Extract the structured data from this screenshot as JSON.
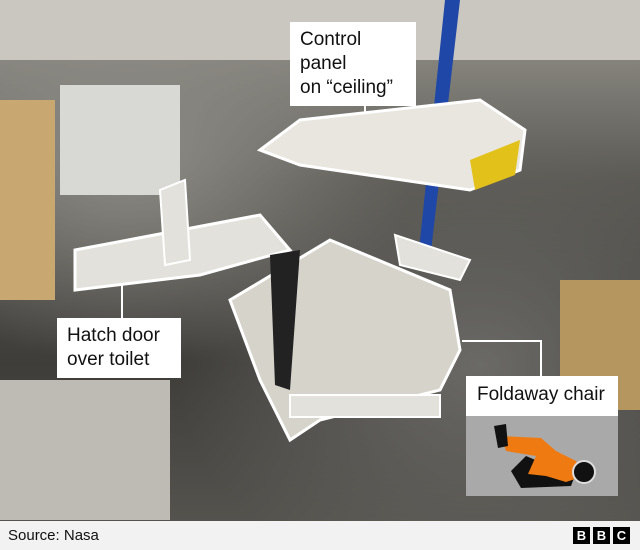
{
  "labels": {
    "control_panel_line1": "Control panel",
    "control_panel_line2": "on “ceiling”",
    "hatch_line1": "Hatch door",
    "hatch_line2": "over toilet",
    "foldaway": "Foldaway chair"
  },
  "footer": {
    "source": "Source: Nasa",
    "logo_letters": [
      "B",
      "B",
      "C"
    ]
  },
  "colors": {
    "highlight_outline": "#ffffff",
    "suit_orange": "#f07a12",
    "illustration_bg": "#a9a9a9"
  }
}
